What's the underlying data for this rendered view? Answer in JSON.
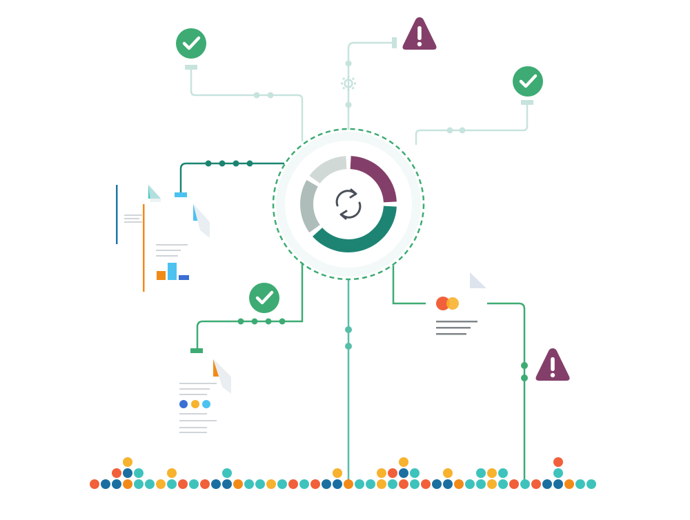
{
  "diagram": {
    "center_icon": "sync-arrows-icon",
    "center_segments": [
      {
        "name": "maroon-segment",
        "color": "#833F69"
      },
      {
        "name": "teal-segment",
        "color": "#1D8473"
      },
      {
        "name": "gray-segment",
        "color": "#AEBDBA"
      },
      {
        "name": "lightgray-segment",
        "color": "#D1D9D7"
      }
    ],
    "status_icons": [
      {
        "type": "check-icon",
        "color": "#3DAB73"
      },
      {
        "type": "warning-icon",
        "color": "#833F69"
      }
    ],
    "documents": [
      {
        "name": "report-document",
        "accent": "#F28A18"
      },
      {
        "name": "survey-document",
        "accent": "#F28A18"
      },
      {
        "name": "payment-document",
        "accent": "#DDE4EE"
      }
    ],
    "colors": {
      "teal_line": "#1A8470",
      "light_line": "#C7E3DE",
      "mid_line": "#56BEA9",
      "green_line": "#3DAB73",
      "ring_dash": "#3DAB73",
      "blue": "#4CC2F0",
      "dark_blue": "#1F74A9",
      "orange": "#F28A18",
      "yellow": "#F7B22E",
      "red": "#F1603A",
      "aqua": "#3EC3BC",
      "navy": "#1A6FA0"
    }
  }
}
